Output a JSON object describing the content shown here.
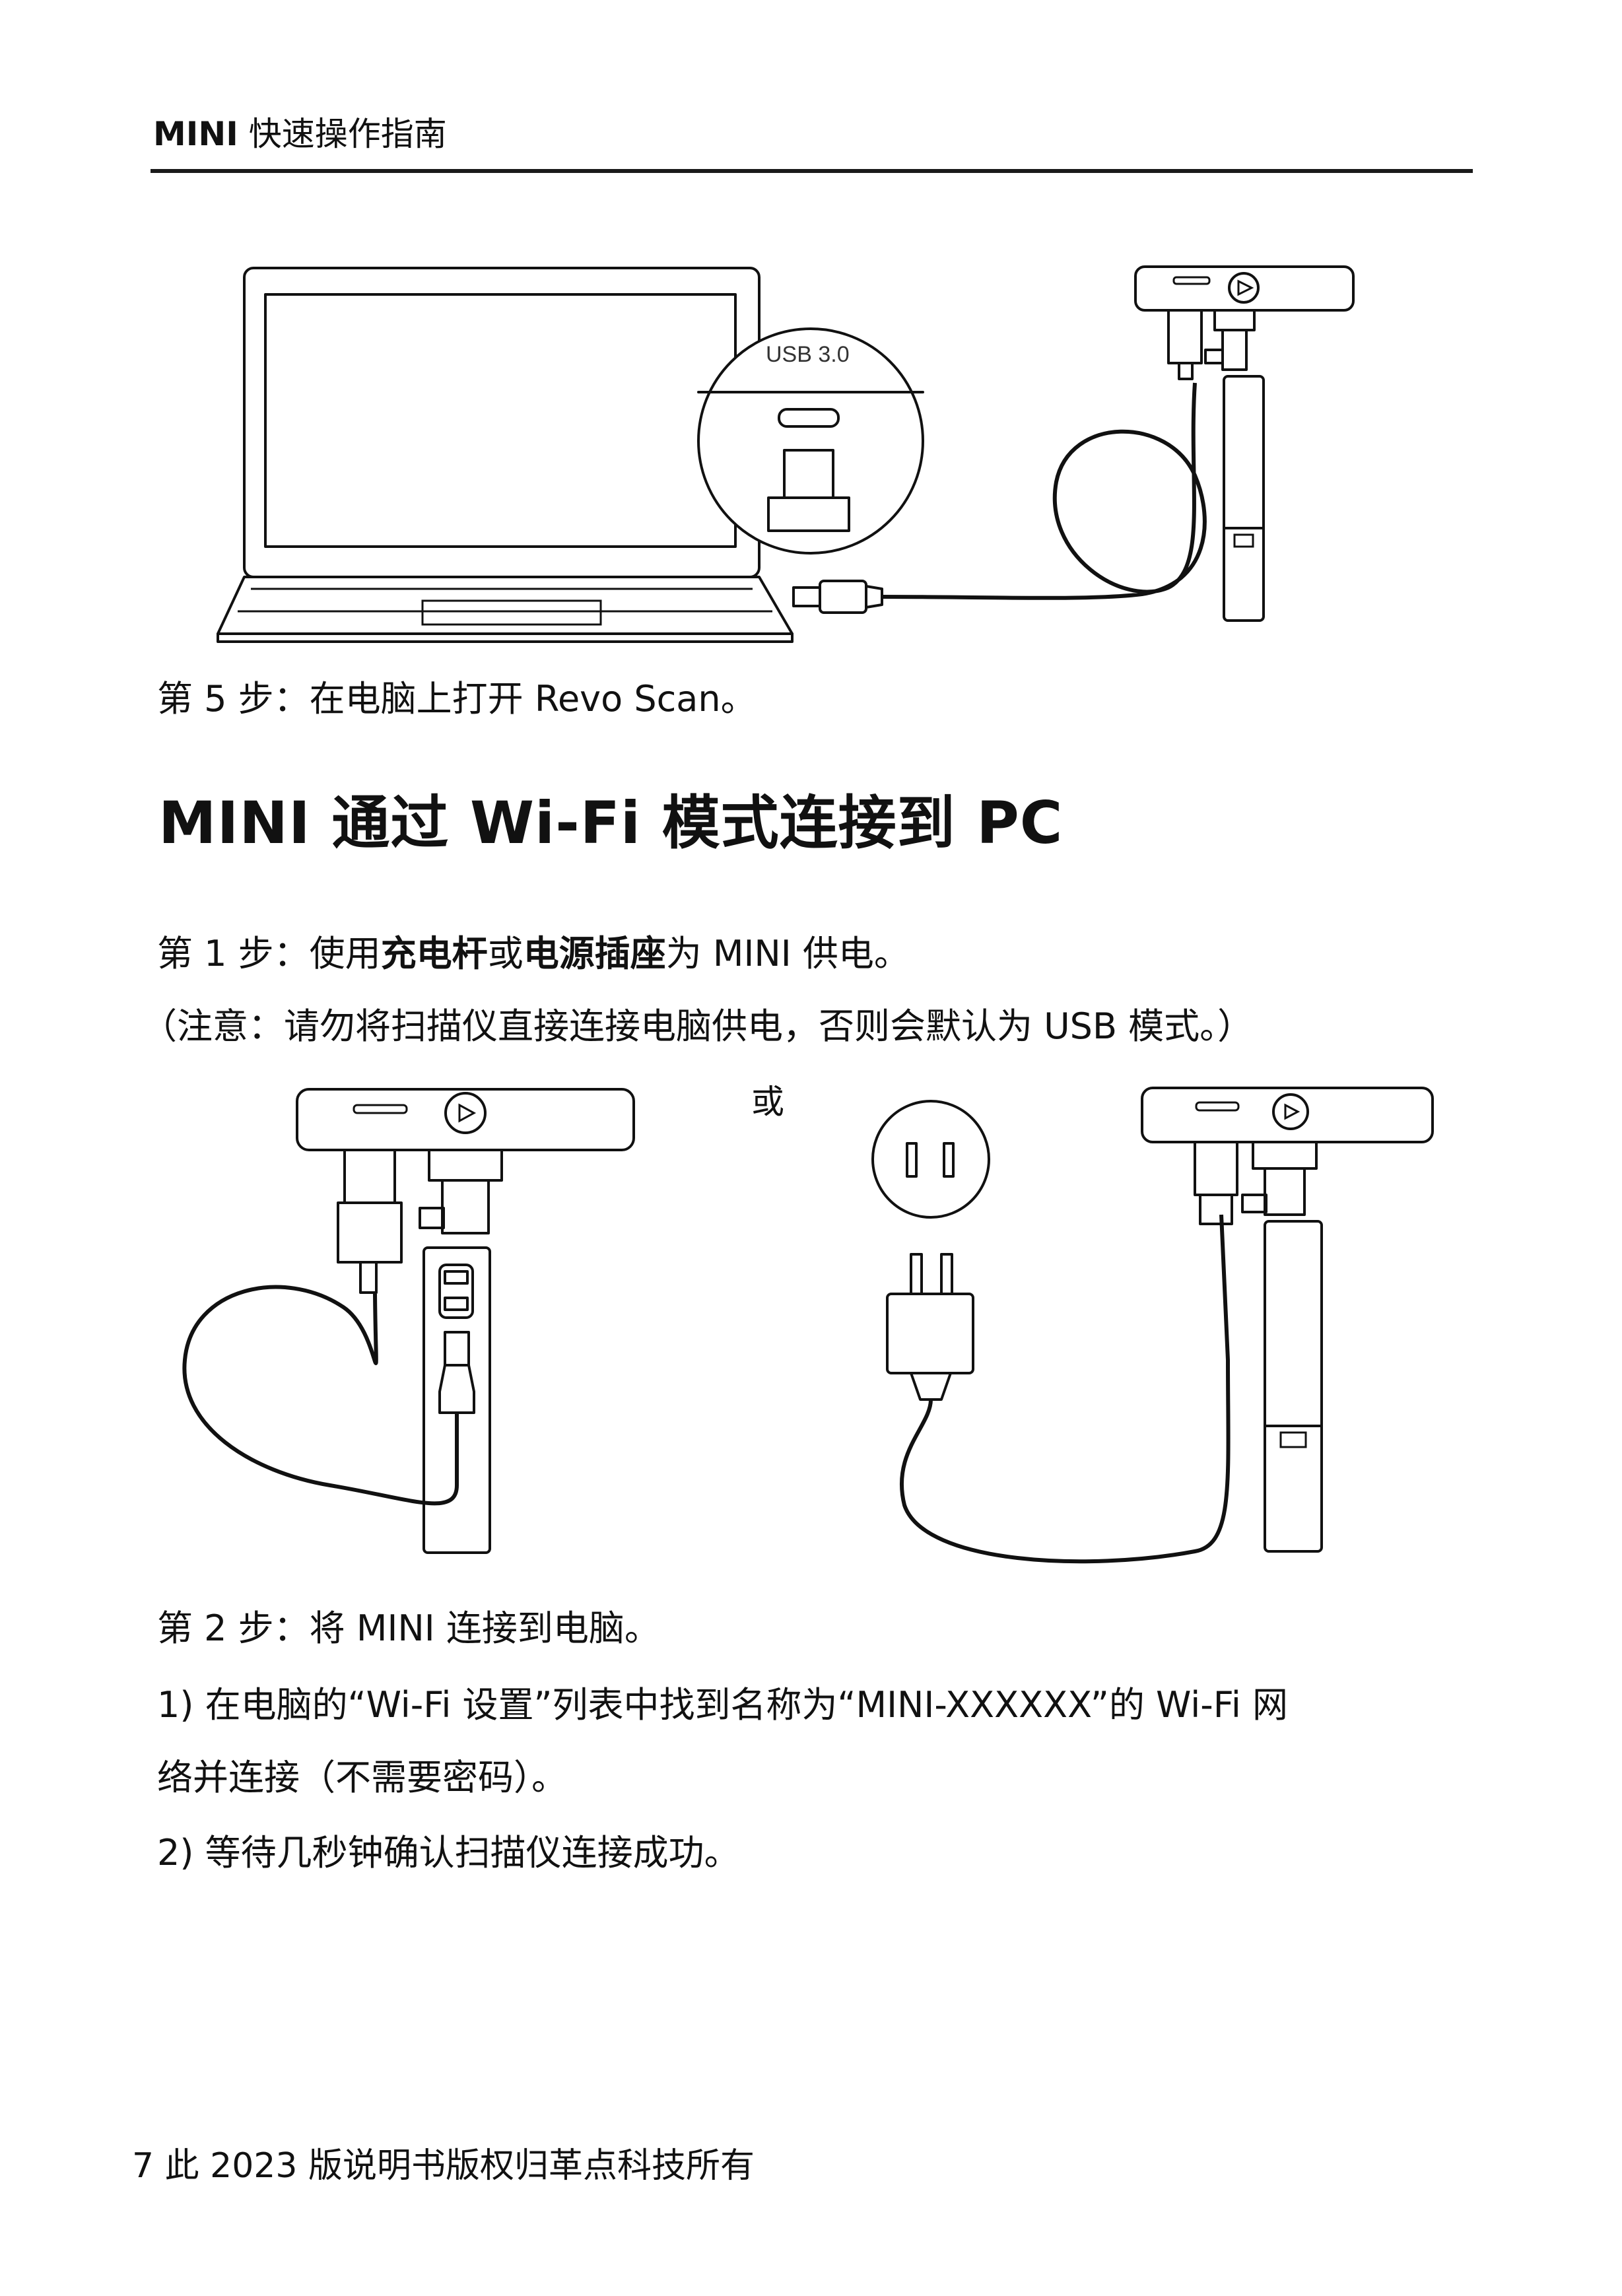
{
  "header": {
    "model": "MINI",
    "title": "快速操作指南"
  },
  "figure1": {
    "port_label": "USB 3.0"
  },
  "step5": {
    "text": "第  5  步：在电脑上打开 Revo Scan。"
  },
  "section": {
    "heading": "MINI 通过 Wi-Fi 模式连接到 PC"
  },
  "step1": {
    "prefix": "第  1  步：使用",
    "bold1": "充电杆",
    "mid": "或",
    "bold2": "电源插座",
    "suffix": "为   MINI 供电。",
    "note": "（注意：请勿将扫描仪直接连接电脑供电，否则会默认为 USB 模式。）"
  },
  "figure2": {
    "or_label": "或"
  },
  "step2": {
    "title": "第  2  步：将   MINI   连接到电脑。",
    "item1_line1": "1)  在电脑的“Wi-Fi 设置”列表中找到名称为“MINI-XXXXXX”的 Wi-Fi 网",
    "item1_line2": "络并连接（不需要密码）。",
    "item2": "2)  等待几秒钟确认扫描仪连接成功。"
  },
  "footer": {
    "text": "7  此 2023  版说明书版权归革点科技所有"
  }
}
